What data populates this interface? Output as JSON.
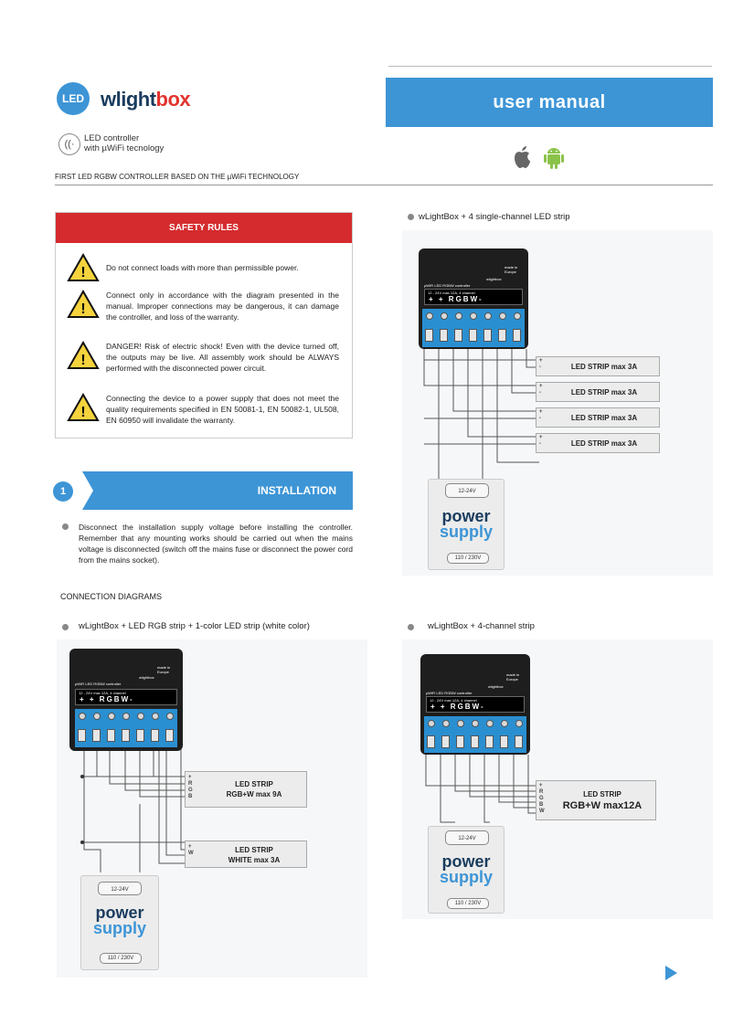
{
  "brand": {
    "badge": "LED",
    "name_main": "wlight",
    "name_accent": "box"
  },
  "tagline": {
    "line1": "LED controller",
    "line2": "with µWiFi tecnology"
  },
  "manual_title": "user manual",
  "subtitle": "FIRST LED RGBW CONTROLLER BASED ON THE µWiFi TECHNOLOGY",
  "safety": {
    "title": "SAFETY RULES",
    "rules": [
      "Do not connect loads with more than permissible power.",
      "Connect only in accordance with the diagram presented in the manual. Improper connections may be dangerous, it can damage the controller, and loss of the warranty.",
      "DANGER! Risk of electric shock! Even with the device turned off, the outputs may be live. All assembly work should be ALWAYS performed with the disconnected power circuit.",
      "Connecting the device to a power supply that does not meet the quality requirements specified in EN 50081-1, EN 50082-1, UL508, EN 60950 will invalidate the warranty."
    ]
  },
  "installation": {
    "number": "1",
    "title": "INSTALLATION",
    "text": "Disconnect the installation supply voltage before installing the controller. Remember that any mounting works should be carried out when the mains voltage is disconnected (switch off the mains fuse or disconnect the power cord from the mains socket)."
  },
  "connection_title": "CONNECTION DIAGRAMS",
  "controller": {
    "made_in": "made in Europe",
    "logo": "wlightbox",
    "model": "µWiFi  LED RGBW controller",
    "spec": "12 - 24V max 12A, 4 channel",
    "rgbw": "+  +  RGBW-"
  },
  "power_supply": {
    "voltage": "12-24V",
    "word1": "power",
    "word2": "supply",
    "mains": "110 / 230V",
    "plus": "+",
    "minus": "—"
  },
  "diagrams": {
    "d1": {
      "title": "wLightBox + LED RGB strip + 1-color LED strip (white color)",
      "strips": [
        {
          "pins": "+ R G B",
          "line1": "LED STRIP",
          "line2": "RGB+W max 9A"
        },
        {
          "pins": "+ W",
          "line1": "LED STRIP",
          "line2": "WHITE max 3A"
        }
      ]
    },
    "d2": {
      "title": "wLightBox + 4 single-channel LED strip",
      "strips": [
        {
          "pins": "+ -",
          "label": "LED STRIP max 3A"
        },
        {
          "pins": "+ -",
          "label": "LED STRIP max 3A"
        },
        {
          "pins": "+ -",
          "label": "LED STRIP max 3A"
        },
        {
          "pins": "+ -",
          "label": "LED STRIP max 3A"
        }
      ]
    },
    "d3": {
      "title": "wLightBox + 4-channel strip",
      "strip": {
        "pins": "+ R G B W",
        "line1": "LED STRIP",
        "line2": "RGB+W max12A"
      }
    }
  },
  "colors": {
    "accent": "#3d95d6",
    "danger": "#d52b2e",
    "navy": "#1a3c5e"
  }
}
